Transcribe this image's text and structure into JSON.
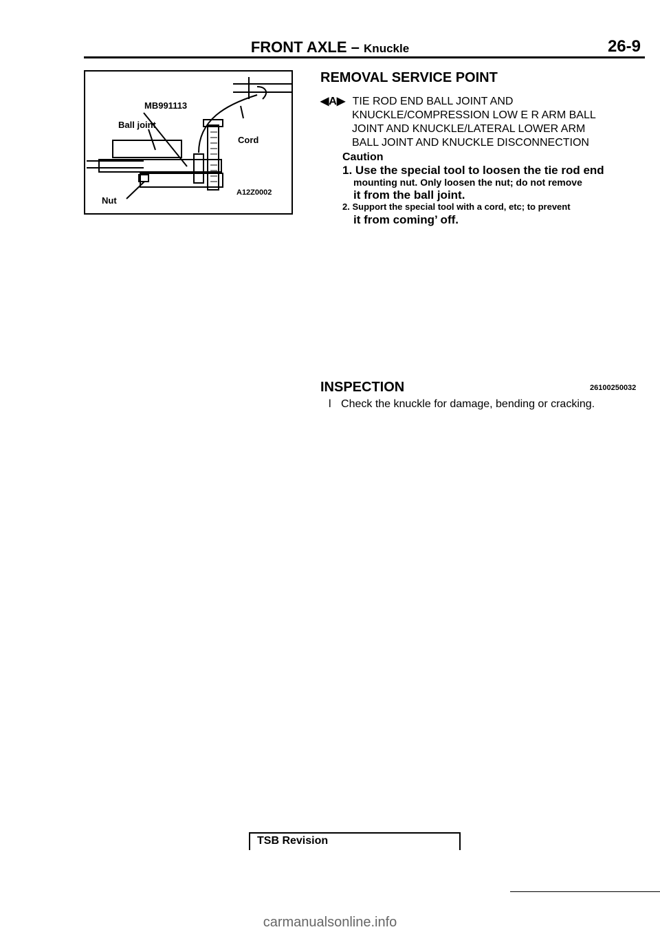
{
  "header": {
    "title": "FRONT AXLE –",
    "subtitle": "Knuckle",
    "page_number": "26-9"
  },
  "figure": {
    "labels": {
      "tool": "MB991113",
      "ball_joint": "Ball joint",
      "cord": "Cord",
      "nut": "Nut",
      "code": "A12Z0002"
    }
  },
  "removal": {
    "heading": "REMOVAL SERVICE POINT",
    "marker": "◀A▶",
    "line1": "TIE ROD END BALL JOINT AND",
    "line2": "KNUCKLE/COMPRESSION LOW E R ARM BALL",
    "line3": "JOINT AND KNUCKLE/LATERAL LOWER ARM",
    "line4": "BALL JOINT AND KNUCKLE DISCONNECTION",
    "caution": "Caution",
    "step1_a": "1. Use the special tool to loosen the tie rod end",
    "step1_b": "mounting nut. Only loosen the nut; do not remove",
    "step1_c": "it from the ball joint.",
    "step2_a": "2.  Support the special tool with a cord, etc; to prevent",
    "step2_b": "it from coming’ off."
  },
  "inspection": {
    "heading": "INSPECTION",
    "code": "26100250032",
    "bullet": "l",
    "text": "Check the knuckle for damage, bending or cracking."
  },
  "footer": {
    "label": "TSB Revision",
    "watermark": "carmanualsonline.info"
  }
}
